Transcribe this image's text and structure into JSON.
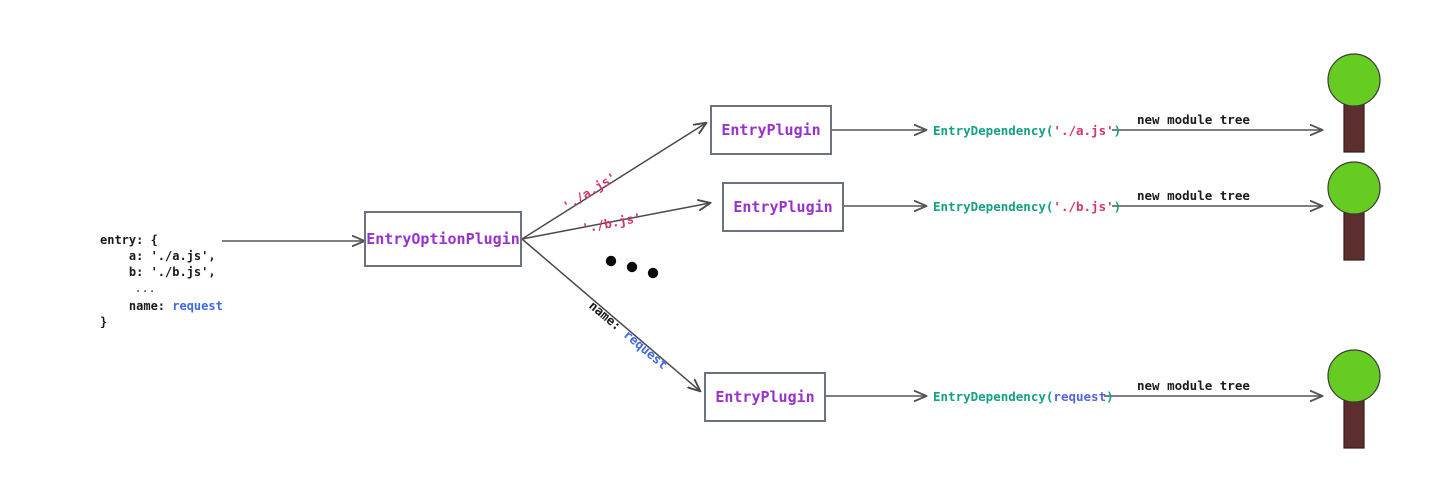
{
  "diagram": {
    "title": "webpack EntryOptionPlugin flow",
    "colors": {
      "plugin_text": "#9932cc",
      "box_border": "#6b7280",
      "dependency_text": "#16a085",
      "string_literal": "#d1356f",
      "identifier_blue": "#4169e1",
      "arrow": "#555555",
      "tree_leaves": "#66cc22",
      "tree_trunk": "#5c2e2e",
      "background": "#ffffff"
    },
    "code_block": {
      "name": "entry-config-snippet",
      "lines": [
        {
          "text": "entry: {",
          "type": "plain"
        },
        {
          "text": "    a: './a.js',",
          "type": "plain"
        },
        {
          "text": "    b: './b.js',",
          "type": "plain"
        },
        {
          "text": "     ...",
          "type": "ellipsis"
        },
        {
          "text": "    name: ",
          "type": "mixed",
          "value": "request"
        },
        {
          "text": "}",
          "type": "plain"
        }
      ],
      "raw": "entry: {\n    a: './a.js',\n    b: './b.js',\n     ...\n    name: request\n}"
    },
    "nodes": [
      {
        "id": "entry-option-plugin",
        "label": "EntryOptionPlugin"
      },
      {
        "id": "entry-plugin-a",
        "label": "EntryPlugin"
      },
      {
        "id": "entry-plugin-b",
        "label": "EntryPlugin"
      },
      {
        "id": "entry-plugin-request",
        "label": "EntryPlugin"
      }
    ],
    "edge_labels": [
      {
        "id": "edge-a",
        "text": "'./a.js'"
      },
      {
        "id": "edge-b",
        "text": "'./b.js'"
      },
      {
        "id": "edge-request",
        "prefix": "name: ",
        "value": "request"
      }
    ],
    "dependencies": [
      {
        "id": "dep-a",
        "fn": "EntryDependency(",
        "arg": "'./a.js'",
        "arg_style": "string",
        "close": ")"
      },
      {
        "id": "dep-b",
        "fn": "EntryDependency(",
        "arg": "'./b.js'",
        "arg_style": "string",
        "close": ")"
      },
      {
        "id": "dep-request",
        "fn": "EntryDependency(",
        "arg": "request",
        "arg_style": "identifier",
        "close": ")"
      }
    ],
    "module_tree_labels": [
      {
        "id": "tree-label-a",
        "text": "new module tree"
      },
      {
        "id": "tree-label-b",
        "text": "new module tree"
      },
      {
        "id": "tree-label-request",
        "text": "new module tree"
      }
    ],
    "trees": [
      {
        "id": "module-tree-a"
      },
      {
        "id": "module-tree-b"
      },
      {
        "id": "module-tree-request"
      }
    ],
    "ellipsis_dots": {
      "id": "branch-ellipsis",
      "count": 3
    }
  }
}
